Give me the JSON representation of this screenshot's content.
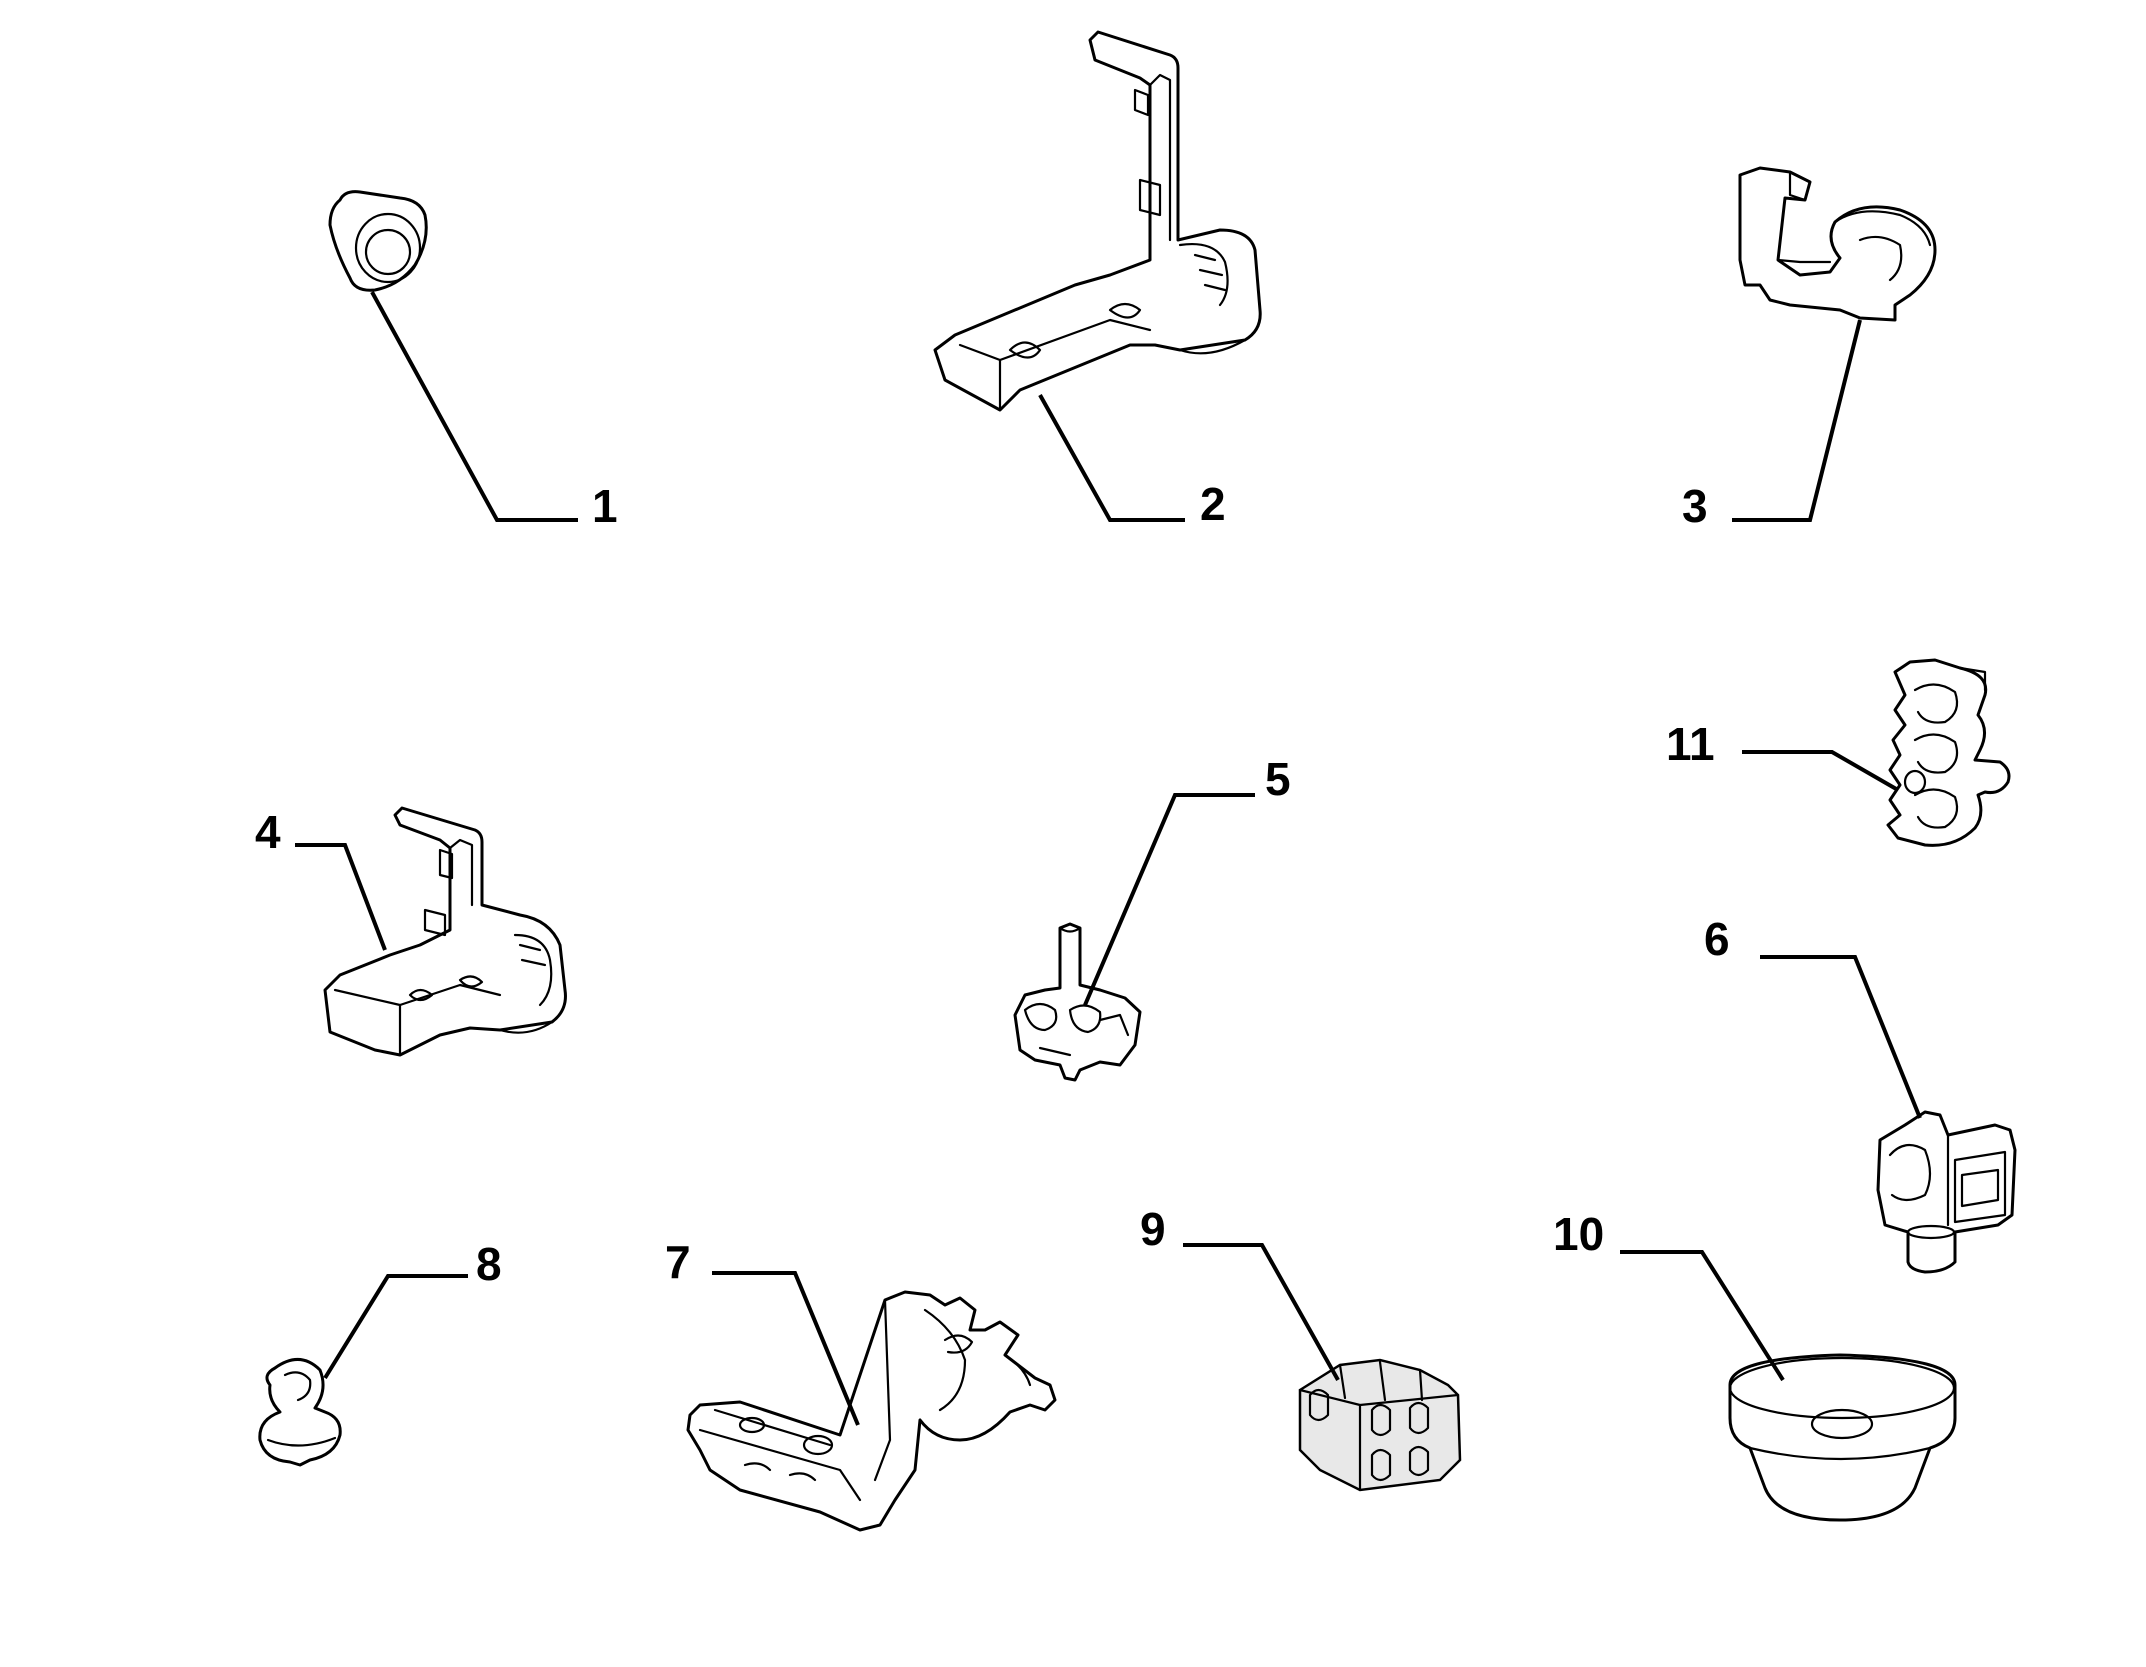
{
  "diagram": {
    "type": "exploded-parts-diagram",
    "colors": {
      "line": "#000000",
      "background": "#ffffff",
      "foam": "#e8e8e8"
    },
    "parts": [
      {
        "id": "part-1",
        "callout": "1"
      },
      {
        "id": "part-2",
        "callout": "2"
      },
      {
        "id": "part-3",
        "callout": "3"
      },
      {
        "id": "part-4",
        "callout": "4"
      },
      {
        "id": "part-5",
        "callout": "5"
      },
      {
        "id": "part-6",
        "callout": "6"
      },
      {
        "id": "part-7",
        "callout": "7"
      },
      {
        "id": "part-8",
        "callout": "8"
      },
      {
        "id": "part-9",
        "callout": "9"
      },
      {
        "id": "part-10",
        "callout": "10"
      },
      {
        "id": "part-11",
        "callout": "11"
      }
    ]
  }
}
